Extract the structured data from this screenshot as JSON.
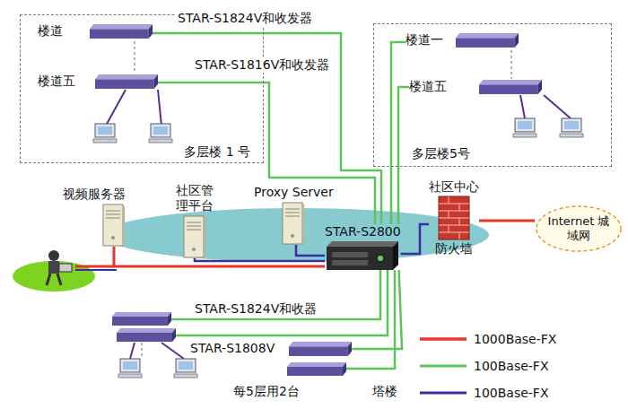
{
  "diagram": {
    "nodes": [
      {
        "text": [
          "多层楼 1 号"
        ]
      },
      {
        "text": [
          "楼道"
        ],
        "in": 0
      },
      {
        "text": [
          "楼道五"
        ],
        "in": 0
      },
      {
        "text": [
          "多层楼5号"
        ]
      },
      {
        "text": [
          "楼道一"
        ],
        "in": 3
      },
      {
        "text": [
          "楼道五"
        ],
        "in": 3
      },
      {
        "text": [
          "视频服务器"
        ]
      },
      {
        "text": [
          "社区管理平台"
        ]
      },
      {
        "text": [
          "Proxy Server"
        ]
      },
      {
        "text": [
          "STAR-S2800"
        ]
      },
      {
        "text": [
          "社区中心",
          "防火墙"
        ]
      },
      {
        "text": [
          "Internet 城域网"
        ]
      },
      {
        "text": [
          "STAR-S1808V"
        ]
      }
    ],
    "edges": [
      {
        "from": 1,
        "to": 9,
        "arrow": "none",
        "label": "STAR-S1824V和收发器"
      },
      {
        "from": 2,
        "to": 9,
        "arrow": "none",
        "label": "STAR-S1816V和收发器"
      },
      {
        "from": 4,
        "to": 9,
        "arrow": "none"
      },
      {
        "from": 5,
        "to": 9,
        "arrow": "none"
      },
      {
        "from": 6,
        "to": 9,
        "arrow": "none"
      },
      {
        "from": 7,
        "to": 9,
        "arrow": "none"
      },
      {
        "from": 8,
        "to": 9,
        "arrow": "none"
      },
      {
        "from": 9,
        "to": 10,
        "arrow": "none"
      },
      {
        "from": 10,
        "to": 11,
        "arrow": "none"
      },
      {
        "from": 12,
        "to": 9,
        "arrow": "none"
      }
    ],
    "labels": [
      "STAR-S1824V和收器",
      "每5层用2台",
      "塔楼"
    ],
    "legend": [
      {
        "text": "1000Base-FX"
      },
      {
        "text": "100Base-FX"
      },
      {
        "text": "100Base-FX"
      }
    ]
  }
}
